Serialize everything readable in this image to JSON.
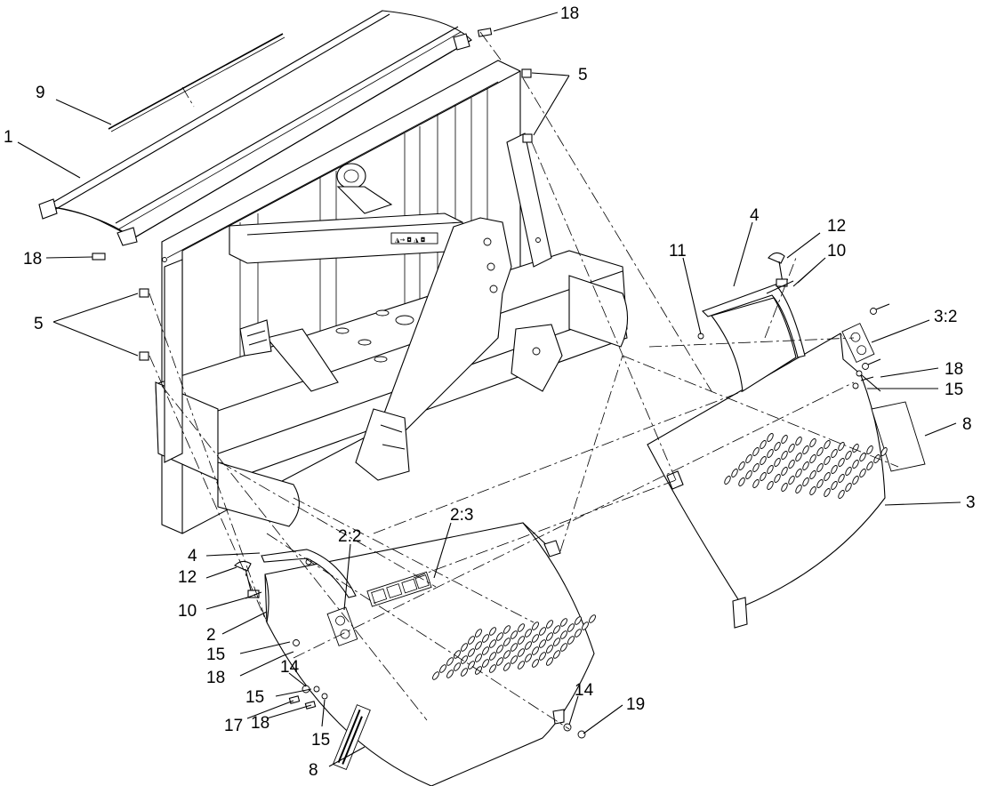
{
  "callouts": [
    {
      "id": "c18a",
      "text": "18"
    },
    {
      "id": "c9",
      "text": "9"
    },
    {
      "id": "c1",
      "text": "1"
    },
    {
      "id": "c5a",
      "text": "5"
    },
    {
      "id": "c18b",
      "text": "18"
    },
    {
      "id": "c5b",
      "text": "5"
    },
    {
      "id": "c4a",
      "text": "4"
    },
    {
      "id": "c12a",
      "text": "12"
    },
    {
      "id": "c11",
      "text": "11"
    },
    {
      "id": "c10a",
      "text": "10"
    },
    {
      "id": "c3_2",
      "text": "3:2"
    },
    {
      "id": "c18c",
      "text": "18"
    },
    {
      "id": "c15a",
      "text": "15"
    },
    {
      "id": "c8a",
      "text": "8"
    },
    {
      "id": "c3",
      "text": "3"
    },
    {
      "id": "c2_3",
      "text": "2:3"
    },
    {
      "id": "c2_2",
      "text": "2:2"
    },
    {
      "id": "c4b",
      "text": "4"
    },
    {
      "id": "c12b",
      "text": "12"
    },
    {
      "id": "c10b",
      "text": "10"
    },
    {
      "id": "c2",
      "text": "2"
    },
    {
      "id": "c15b",
      "text": "15"
    },
    {
      "id": "c18d",
      "text": "18"
    },
    {
      "id": "c14a",
      "text": "14"
    },
    {
      "id": "c15c",
      "text": "15"
    },
    {
      "id": "c17",
      "text": "17"
    },
    {
      "id": "c18e",
      "text": "18"
    },
    {
      "id": "c15d",
      "text": "15"
    },
    {
      "id": "c8b",
      "text": "8"
    },
    {
      "id": "c14b",
      "text": "14"
    },
    {
      "id": "c19",
      "text": "19"
    }
  ]
}
